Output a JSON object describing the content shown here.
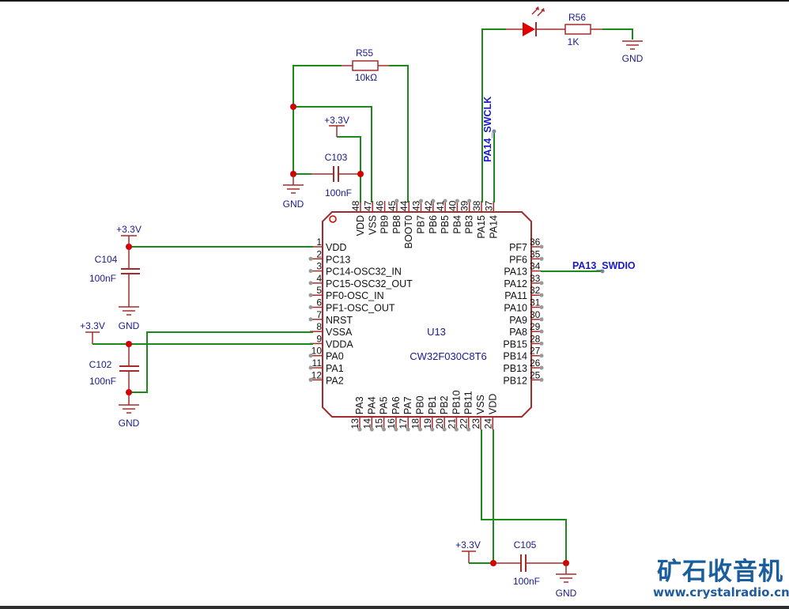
{
  "colors": {
    "wire": "#1a8a1a",
    "part": "#a52a2a",
    "junction": "#d40000",
    "label": "#1a1a8c",
    "net": "#1a1acc"
  },
  "chip": {
    "ref": "U13",
    "value": "CW32F030C8T6",
    "left_pins": [
      {
        "num": "1",
        "name": "VDD"
      },
      {
        "num": "2",
        "name": "PC13"
      },
      {
        "num": "3",
        "name": "PC14-OSC32_IN"
      },
      {
        "num": "4",
        "name": "PC15-OSC32_OUT"
      },
      {
        "num": "5",
        "name": "PF0-OSC_IN"
      },
      {
        "num": "6",
        "name": "PF1-OSC_OUT"
      },
      {
        "num": "7",
        "name": "NRST"
      },
      {
        "num": "8",
        "name": "VSSA"
      },
      {
        "num": "9",
        "name": "VDDA"
      },
      {
        "num": "10",
        "name": "PA0"
      },
      {
        "num": "11",
        "name": "PA1"
      },
      {
        "num": "12",
        "name": "PA2"
      }
    ],
    "bottom_pins": [
      {
        "num": "13",
        "name": "PA3"
      },
      {
        "num": "14",
        "name": "PA4"
      },
      {
        "num": "15",
        "name": "PA5"
      },
      {
        "num": "16",
        "name": "PA6"
      },
      {
        "num": "17",
        "name": "PA7"
      },
      {
        "num": "18",
        "name": "PB0"
      },
      {
        "num": "19",
        "name": "PB1"
      },
      {
        "num": "20",
        "name": "PB2"
      },
      {
        "num": "21",
        "name": "PB10"
      },
      {
        "num": "22",
        "name": "PB11"
      },
      {
        "num": "23",
        "name": "VSS"
      },
      {
        "num": "24",
        "name": "VDD"
      }
    ],
    "right_pins": [
      {
        "num": "36",
        "name": "PF7"
      },
      {
        "num": "35",
        "name": "PF6"
      },
      {
        "num": "34",
        "name": "PA13"
      },
      {
        "num": "33",
        "name": "PA12"
      },
      {
        "num": "32",
        "name": "PA11"
      },
      {
        "num": "31",
        "name": "PA10"
      },
      {
        "num": "30",
        "name": "PA9"
      },
      {
        "num": "29",
        "name": "PA8"
      },
      {
        "num": "28",
        "name": "PB15"
      },
      {
        "num": "27",
        "name": "PB14"
      },
      {
        "num": "26",
        "name": "PB13"
      },
      {
        "num": "25",
        "name": "PB12"
      }
    ],
    "top_pins": [
      {
        "num": "48",
        "name": "VDD"
      },
      {
        "num": "47",
        "name": "VSS"
      },
      {
        "num": "46",
        "name": "PB9"
      },
      {
        "num": "45",
        "name": "PB8"
      },
      {
        "num": "44",
        "name": "BOOT0"
      },
      {
        "num": "43",
        "name": "PB7"
      },
      {
        "num": "42",
        "name": "PB6"
      },
      {
        "num": "41",
        "name": "PB5"
      },
      {
        "num": "40",
        "name": "PB4"
      },
      {
        "num": "39",
        "name": "PB3"
      },
      {
        "num": "38",
        "name": "PA15"
      },
      {
        "num": "37",
        "name": "PA14"
      }
    ]
  },
  "components": {
    "r55": {
      "ref": "R55",
      "value": "10kΩ"
    },
    "r56": {
      "ref": "R56",
      "value": "1K"
    },
    "c102": {
      "ref": "C102",
      "value": "100nF"
    },
    "c103": {
      "ref": "C103",
      "value": "100nF"
    },
    "c104": {
      "ref": "C104",
      "value": "100nF"
    },
    "c105": {
      "ref": "C105",
      "value": "100nF"
    }
  },
  "power": {
    "vcc": "+3.3V",
    "gnd": "GND"
  },
  "nets": {
    "swclk": "PA14_SWCLK",
    "swdio": "PA13_SWDIO"
  },
  "watermark": {
    "title": "矿石收音机",
    "url": "www.crystalradio.cn"
  }
}
